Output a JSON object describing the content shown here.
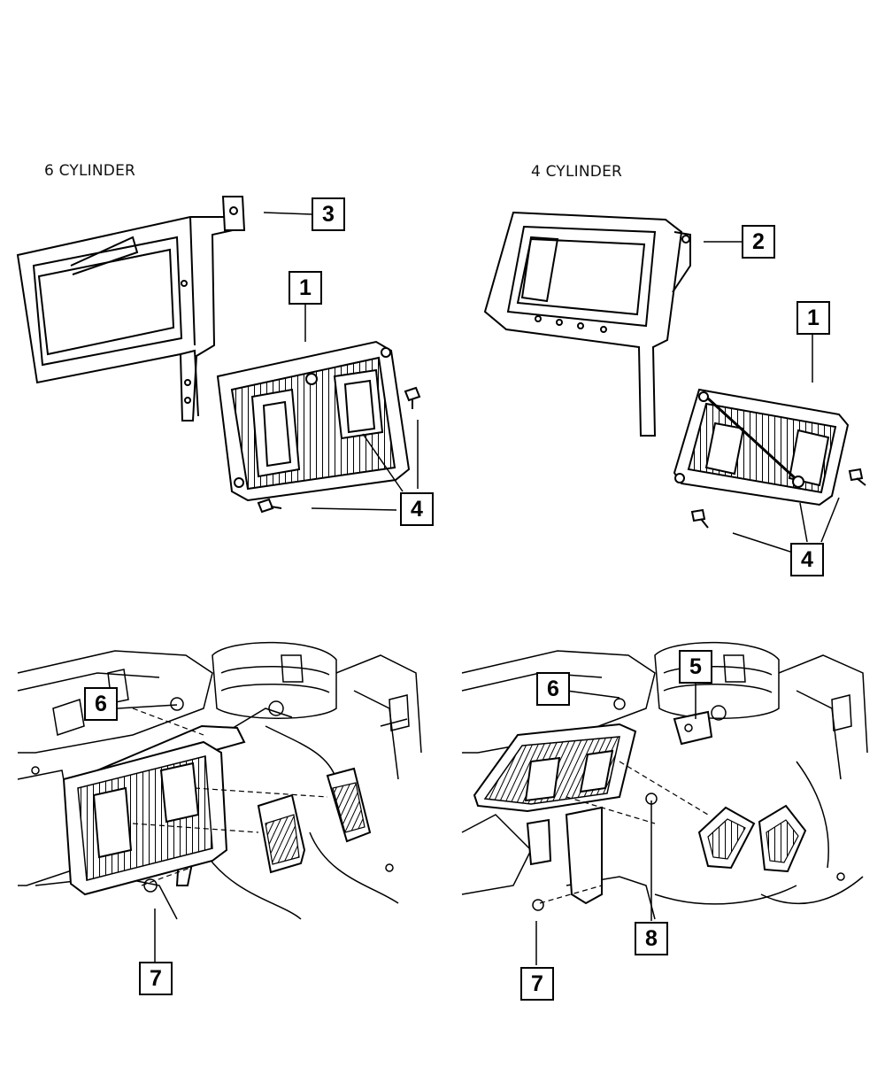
{
  "headings": {
    "left": "6 CYLINDER",
    "right": "4 CYLINDER"
  },
  "callouts": {
    "six_cyl_bracket": "3",
    "six_cyl_module": "1",
    "six_cyl_bolts": "4",
    "four_cyl_bracket": "2",
    "four_cyl_module": "1",
    "four_cyl_bolts": "4",
    "left_install_6": "6",
    "left_install_7": "7",
    "right_install_5": "5",
    "right_install_6": "6",
    "right_install_7": "7",
    "right_install_8": "8"
  },
  "colors": {
    "line": "#000000",
    "background": "#ffffff"
  }
}
